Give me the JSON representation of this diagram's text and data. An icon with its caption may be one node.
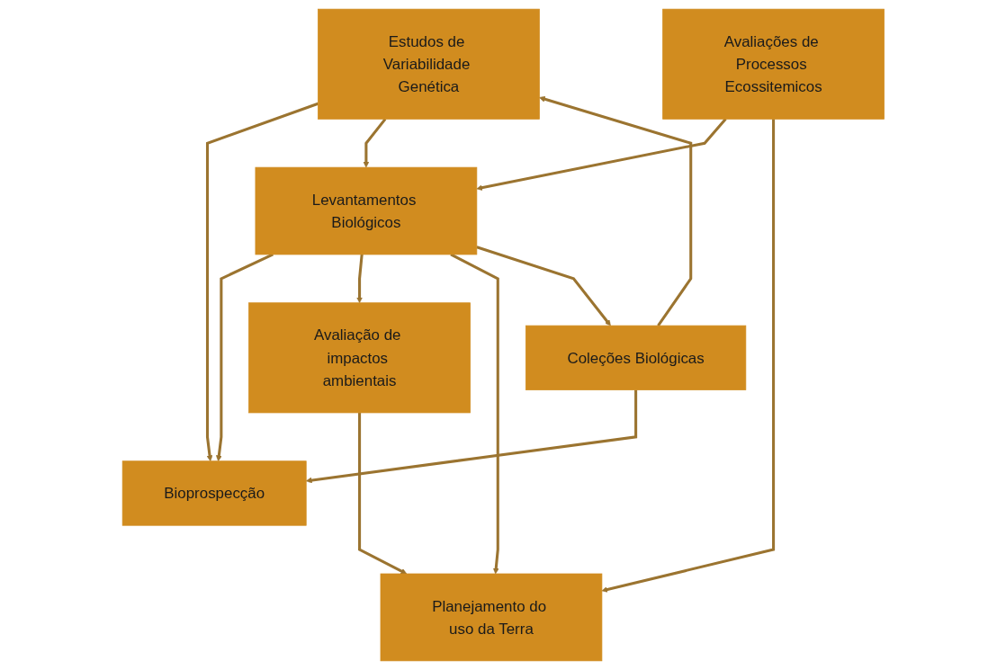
{
  "diagram": {
    "nodes": [
      {
        "text": [
          "Bioprospecção"
        ]
      },
      {
        "text": [
          "Avaliação de impactos ambientais"
        ]
      },
      {
        "text": [
          "Estudos de Variabilidade Genética"
        ]
      },
      {
        "text": [
          "Levantamentos Biológicos"
        ]
      },
      {
        "text": [
          "Planejamento do uso da Terra"
        ]
      },
      {
        "text": [
          "Coleções Biológicas"
        ]
      },
      {
        "text": [
          "Avaliações de Processos Ecossitemicos"
        ]
      }
    ],
    "edges": [
      {
        "from": 3,
        "to": 0,
        "arrow": "to"
      },
      {
        "from": 3,
        "to": 1,
        "arrow": "to"
      },
      {
        "from": 3,
        "to": 4,
        "arrow": "to"
      },
      {
        "from": 3,
        "to": 5,
        "arrow": "to"
      },
      {
        "from": 1,
        "to": 4,
        "arrow": "to"
      },
      {
        "from": 2,
        "to": 0,
        "arrow": "to"
      },
      {
        "from": 2,
        "to": 3,
        "arrow": "to"
      },
      {
        "from": 5,
        "to": 0,
        "arrow": "to"
      },
      {
        "from": 5,
        "to": 2,
        "arrow": "to"
      },
      {
        "from": 6,
        "to": 3,
        "arrow": "to"
      },
      {
        "from": 6,
        "to": 4,
        "arrow": "to"
      }
    ]
  }
}
